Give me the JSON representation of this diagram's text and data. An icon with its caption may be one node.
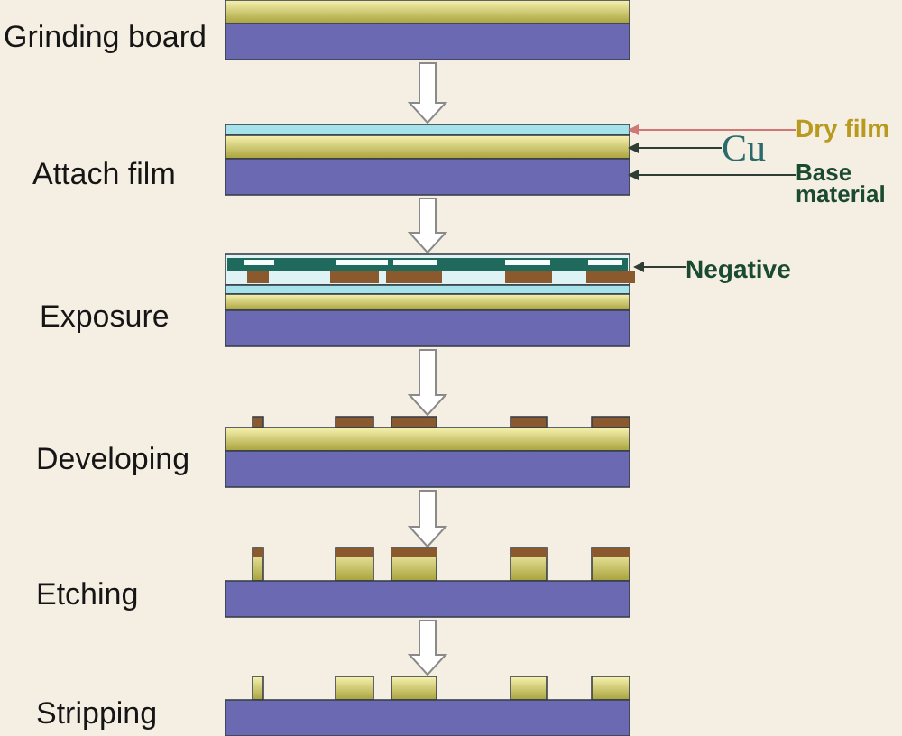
{
  "diagram": {
    "nodes": [
      {
        "text": [
          "Grinding board"
        ]
      },
      {
        "text": [
          "Attach film"
        ]
      },
      {
        "text": [
          "Exposure"
        ]
      },
      {
        "text": [
          "Developing"
        ]
      },
      {
        "text": [
          "Etching"
        ]
      },
      {
        "text": [
          "Stripping"
        ]
      },
      {
        "text": [
          "Dry film"
        ]
      },
      {
        "text": [
          "Cu"
        ]
      },
      {
        "text": [
          "Base material"
        ]
      },
      {
        "text": [
          "Negative"
        ]
      }
    ],
    "edges": [
      {
        "from": 0,
        "to": 1,
        "arrow": "to"
      },
      {
        "from": 1,
        "to": 2,
        "arrow": "to"
      },
      {
        "from": 2,
        "to": 3,
        "arrow": "to"
      },
      {
        "from": 3,
        "to": 4,
        "arrow": "to"
      },
      {
        "from": 4,
        "to": 5,
        "arrow": "to"
      },
      {
        "from": 6,
        "to": 1,
        "arrow": "to",
        "color": "#d07878"
      },
      {
        "from": 7,
        "to": 1,
        "arrow": "to"
      },
      {
        "from": 8,
        "to": 1,
        "arrow": "to"
      },
      {
        "from": 9,
        "to": 2,
        "arrow": "to"
      }
    ]
  }
}
